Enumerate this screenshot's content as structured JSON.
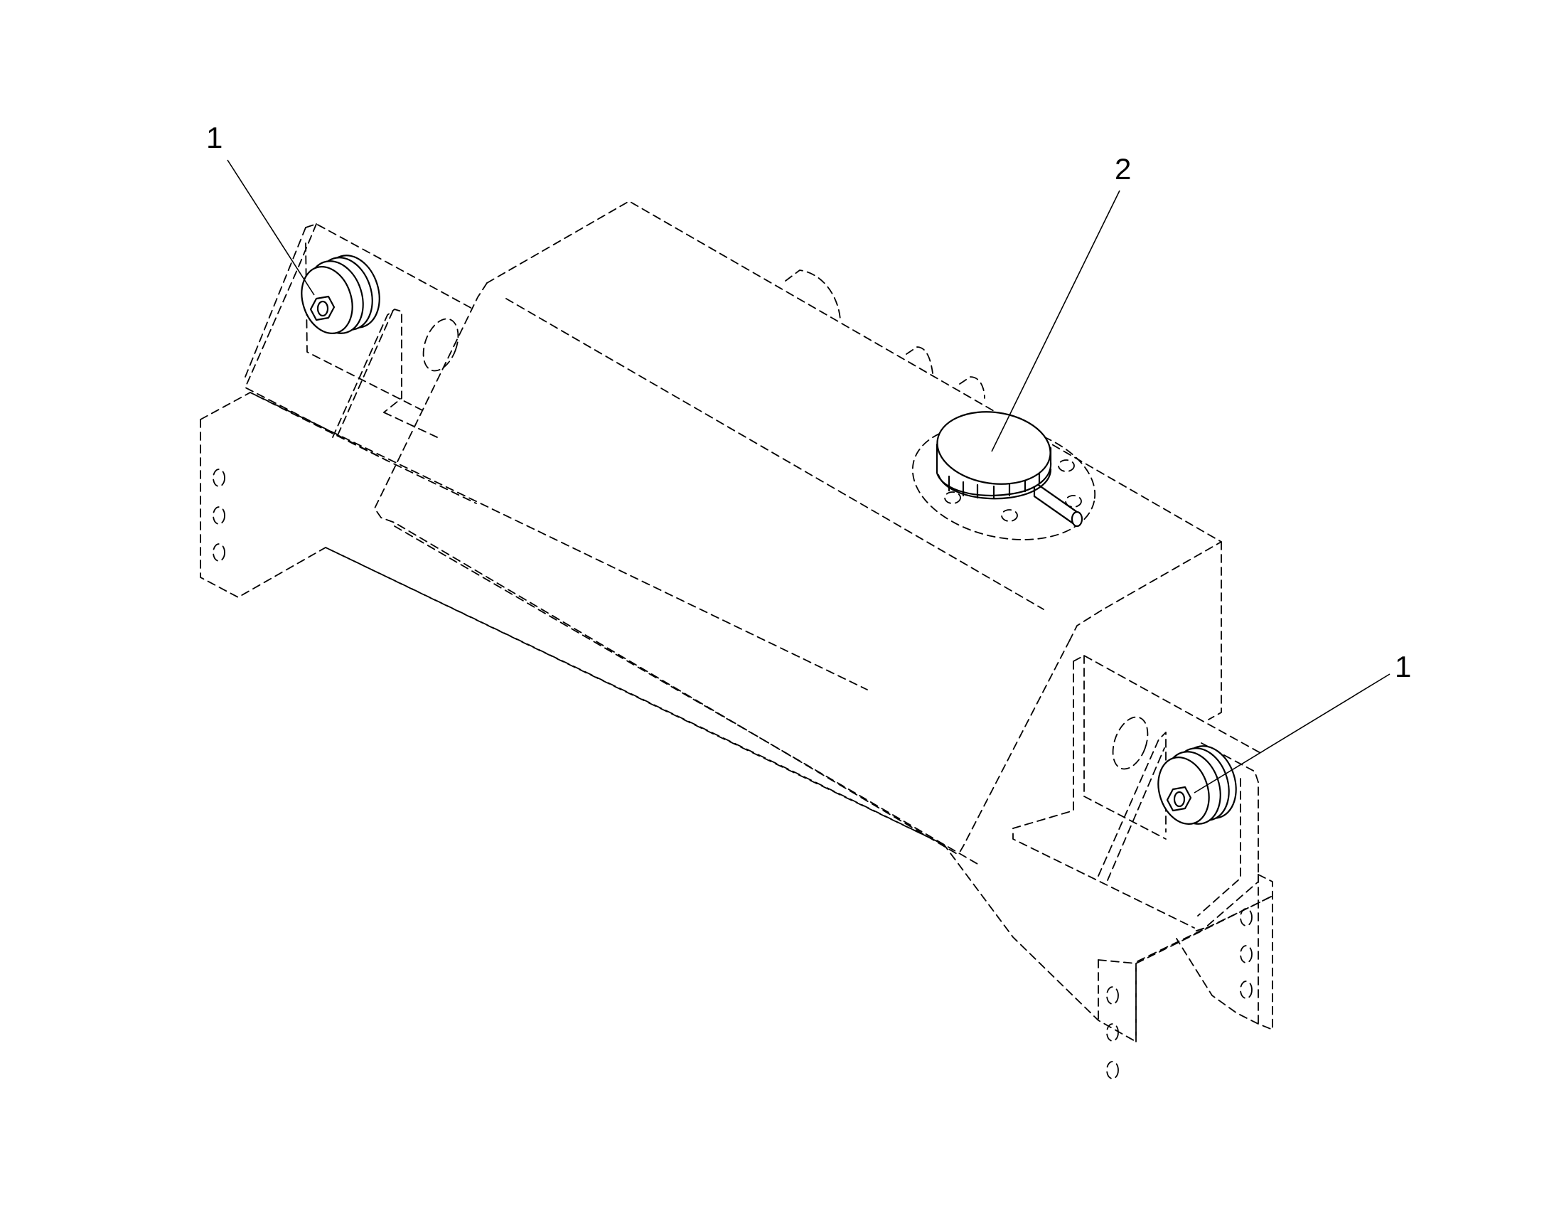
{
  "callouts": [
    {
      "label": "1",
      "part": "mount"
    },
    {
      "label": "2",
      "part": "cap"
    },
    {
      "label": "1",
      "part": "mount"
    }
  ],
  "colors": {
    "line": "#000000",
    "background": "#ffffff"
  }
}
